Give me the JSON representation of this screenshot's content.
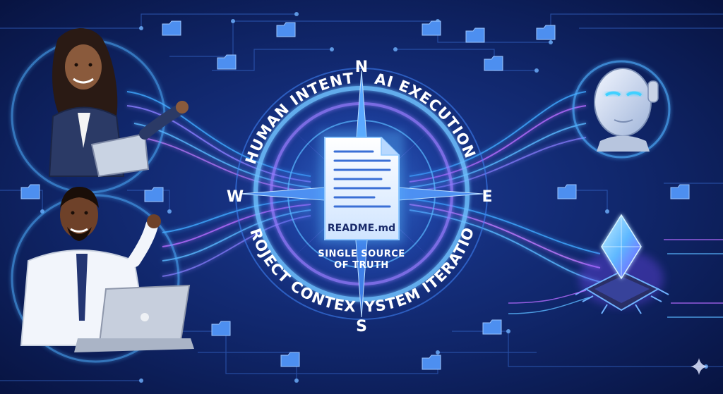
{
  "compass": {
    "north": "N",
    "south": "S",
    "east": "E",
    "west": "W"
  },
  "ring_labels": {
    "top_left": "HUMAN INTENT",
    "top_right": "AI EXECUTION",
    "bottom_left": "PROJECT CONTEXT",
    "bottom_right": "SYSTEM ITERATION"
  },
  "document": {
    "filename": "README.md"
  },
  "center": {
    "line1": "SINGLE SOURCE",
    "line2": "OF TRUTH"
  },
  "colors": {
    "background": "#0b1a4a",
    "glow_blue": "#3fa8ff",
    "glow_purple": "#b66bff",
    "ring": "#5ab8ff"
  },
  "icons": [
    "woman-with-tablet",
    "man-with-laptop",
    "robot-head",
    "crystal-on-chip",
    "folder-icon",
    "document-icon",
    "sparkle-icon"
  ]
}
